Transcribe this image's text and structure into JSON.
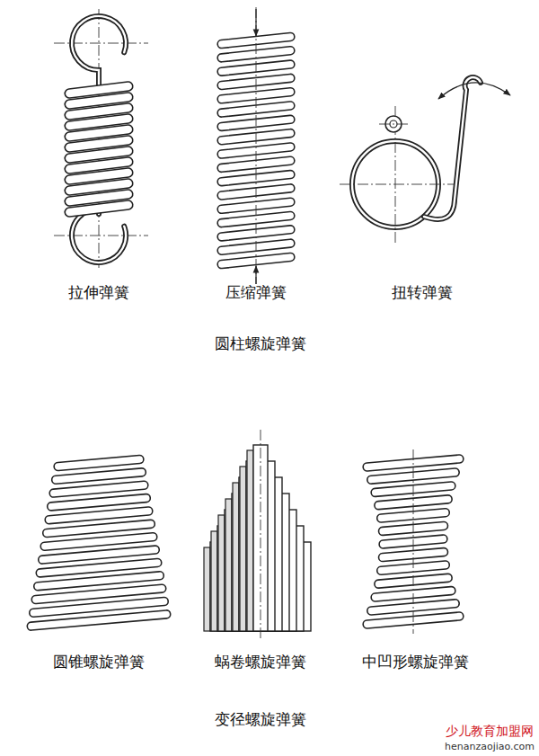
{
  "diagram": {
    "labels": [
      "拉伸弹簧",
      "压缩弹簧",
      "扭转弹簧",
      "圆柱螺旋弹簧",
      "圆锥螺旋弹簧",
      "蜗卷螺旋弹簧",
      "中凹形螺旋弹簧",
      "变径螺旋弹簧",
      "少儿教育加盟网",
      "henanzaojiao.com"
    ]
  }
}
